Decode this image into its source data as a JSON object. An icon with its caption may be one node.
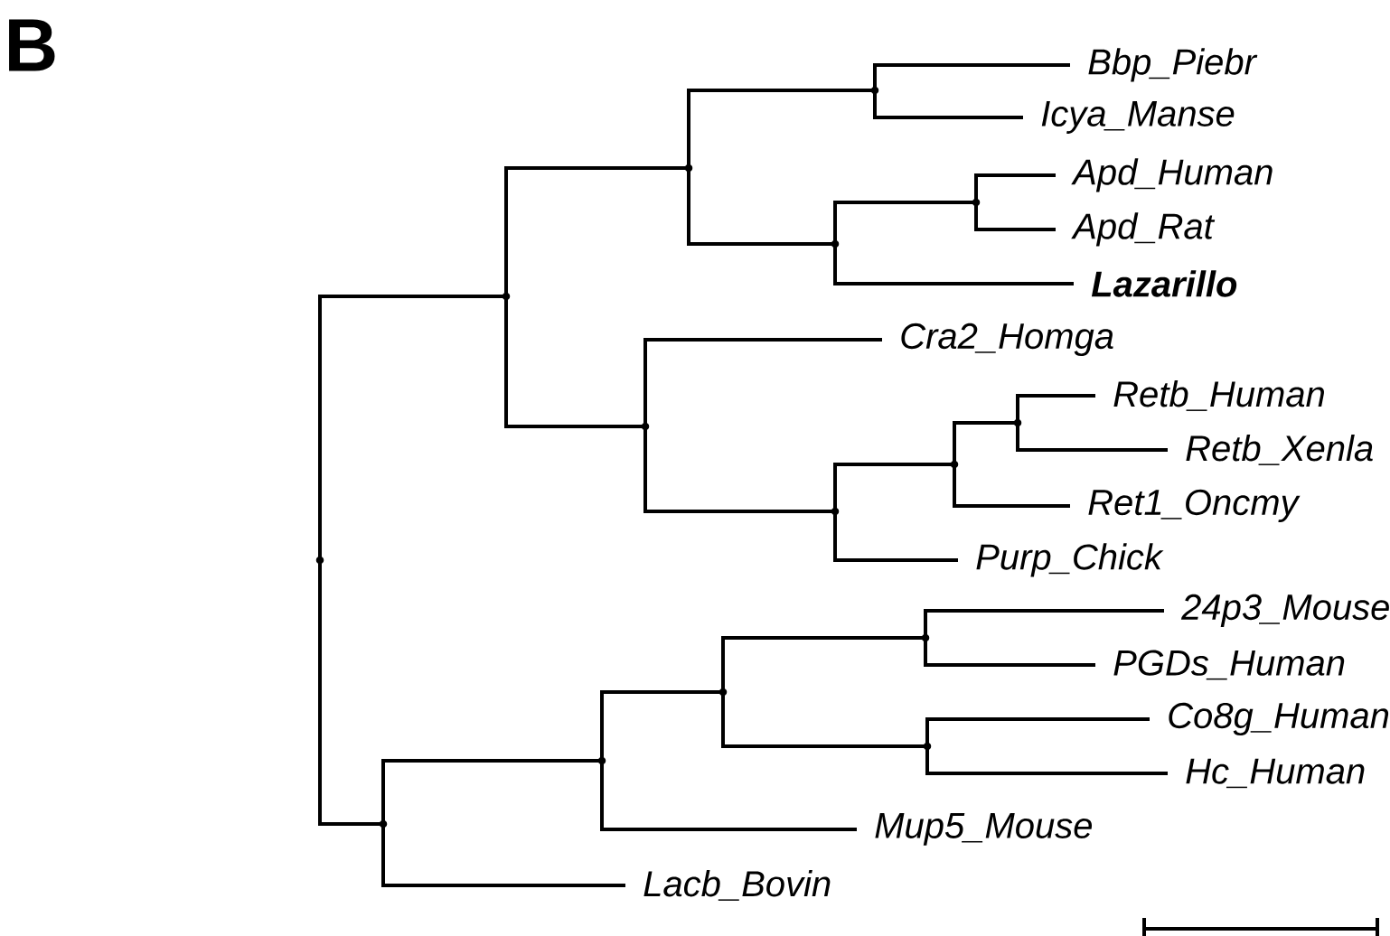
{
  "diagram": {
    "nodes": [
      {
        "text": [
          "Bbp_Piebr"
        ]
      },
      {
        "text": [
          "Icya_Manse"
        ]
      },
      {
        "text": [
          "Apd_Human"
        ]
      },
      {
        "text": [
          "Apd_Rat"
        ]
      },
      {
        "text": [
          "Lazarillo"
        ]
      },
      {
        "text": [
          "Cra2_Homga"
        ]
      },
      {
        "text": [
          "Retb_Human"
        ]
      },
      {
        "text": [
          "Retb_Xenla"
        ]
      },
      {
        "text": [
          "Ret1_Oncmy"
        ]
      },
      {
        "text": [
          "Purp_Chick"
        ]
      },
      {
        "text": [
          "24p3_Mouse"
        ]
      },
      {
        "text": [
          "PGDs_Human"
        ]
      },
      {
        "text": [
          "Co8g_Human"
        ]
      },
      {
        "text": [
          "Hc_Human"
        ]
      },
      {
        "text": [
          "Mup5_Mouse"
        ]
      },
      {
        "text": [
          "Lacb_Bovin"
        ]
      },
      {
        "text": [],
        "shape": "point"
      },
      {
        "text": [],
        "shape": "point"
      },
      {
        "text": [],
        "shape": "point"
      },
      {
        "text": [],
        "shape": "point"
      },
      {
        "text": [],
        "shape": "point"
      },
      {
        "text": [],
        "shape": "point"
      },
      {
        "text": [],
        "shape": "point"
      },
      {
        "text": [],
        "shape": "point"
      },
      {
        "text": [],
        "shape": "point"
      },
      {
        "text": [],
        "shape": "point"
      },
      {
        "text": [],
        "shape": "point"
      },
      {
        "text": [],
        "shape": "point"
      },
      {
        "text": [],
        "shape": "point"
      },
      {
        "text": [],
        "shape": "point"
      },
      {
        "text": [],
        "shape": "point"
      }
    ],
    "edges": [
      {
        "from": 16,
        "to": 18,
        "arrow": "none"
      },
      {
        "from": 16,
        "to": 17,
        "arrow": "none"
      },
      {
        "from": 18,
        "to": 21,
        "arrow": "none"
      },
      {
        "from": 18,
        "to": 20,
        "arrow": "none"
      },
      {
        "from": 21,
        "to": 25,
        "arrow": "none"
      },
      {
        "from": 21,
        "to": 23,
        "arrow": "none"
      },
      {
        "from": 25,
        "to": 0,
        "arrow": "none"
      },
      {
        "from": 25,
        "to": 1,
        "arrow": "none"
      },
      {
        "from": 23,
        "to": 29,
        "arrow": "none"
      },
      {
        "from": 23,
        "to": 4,
        "arrow": "none"
      },
      {
        "from": 29,
        "to": 2,
        "arrow": "none"
      },
      {
        "from": 29,
        "to": 3,
        "arrow": "none"
      },
      {
        "from": 20,
        "to": 5,
        "arrow": "none"
      },
      {
        "from": 20,
        "to": 24,
        "arrow": "none"
      },
      {
        "from": 24,
        "to": 28,
        "arrow": "none"
      },
      {
        "from": 24,
        "to": 9,
        "arrow": "none"
      },
      {
        "from": 28,
        "to": 30,
        "arrow": "none"
      },
      {
        "from": 28,
        "to": 8,
        "arrow": "none"
      },
      {
        "from": 30,
        "to": 6,
        "arrow": "none"
      },
      {
        "from": 30,
        "to": 7,
        "arrow": "none"
      },
      {
        "from": 17,
        "to": 19,
        "arrow": "none"
      },
      {
        "from": 17,
        "to": 15,
        "arrow": "none"
      },
      {
        "from": 19,
        "to": 22,
        "arrow": "none"
      },
      {
        "from": 19,
        "to": 14,
        "arrow": "none"
      },
      {
        "from": 22,
        "to": 26,
        "arrow": "none"
      },
      {
        "from": 22,
        "to": 27,
        "arrow": "none"
      },
      {
        "from": 26,
        "to": 10,
        "arrow": "none"
      },
      {
        "from": 26,
        "to": 11,
        "arrow": "none"
      },
      {
        "from": 27,
        "to": 12,
        "arrow": "none"
      },
      {
        "from": 27,
        "to": 13,
        "arrow": "none"
      }
    ],
    "labels": [
      "B"
    ]
  }
}
